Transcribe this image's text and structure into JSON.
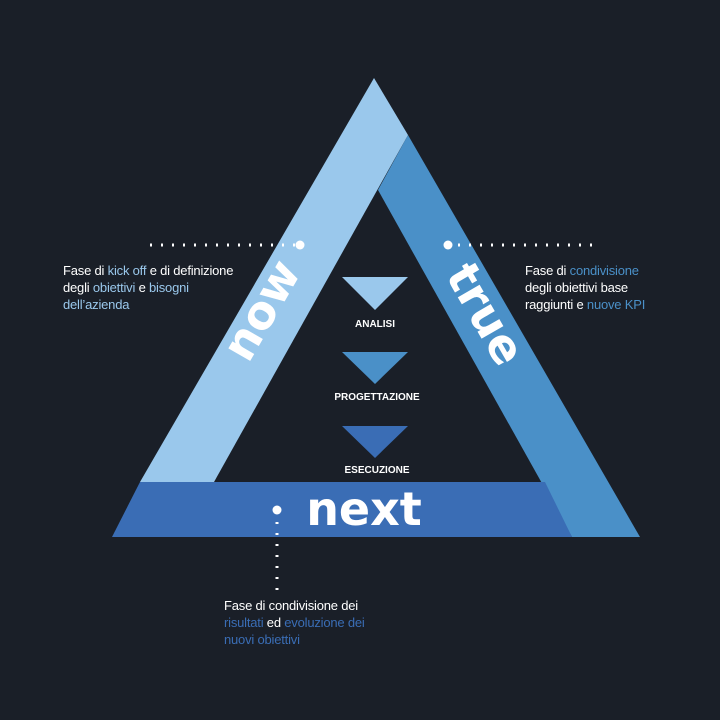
{
  "colors": {
    "background": "#1a1f28",
    "light": "#9ac8ec",
    "mid": "#4a90c8",
    "dark": "#3a6db5"
  },
  "sides": {
    "left": "now",
    "right": "true",
    "bottom": "next"
  },
  "steps": [
    {
      "label": "ANALISI"
    },
    {
      "label": "PROGETTAZIONE"
    },
    {
      "label": "ESECUZIONE"
    }
  ],
  "captions": {
    "left": {
      "t1": "Fase di ",
      "h1": "kick off",
      "t2": " e di definizione degli ",
      "h2": "obiettivi",
      "t3": " e ",
      "h3": "bisogni dell’azienda"
    },
    "right": {
      "t1": "Fase di ",
      "h1": "condivisione",
      "t2": " degli obiettivi base raggiunti e ",
      "h2": "nuove KPI"
    },
    "bottom": {
      "t1": "Fase di condivisione dei ",
      "h1": "risultati",
      "t2": " ed ",
      "h2": "evoluzione dei nuovi obiettivi"
    }
  }
}
